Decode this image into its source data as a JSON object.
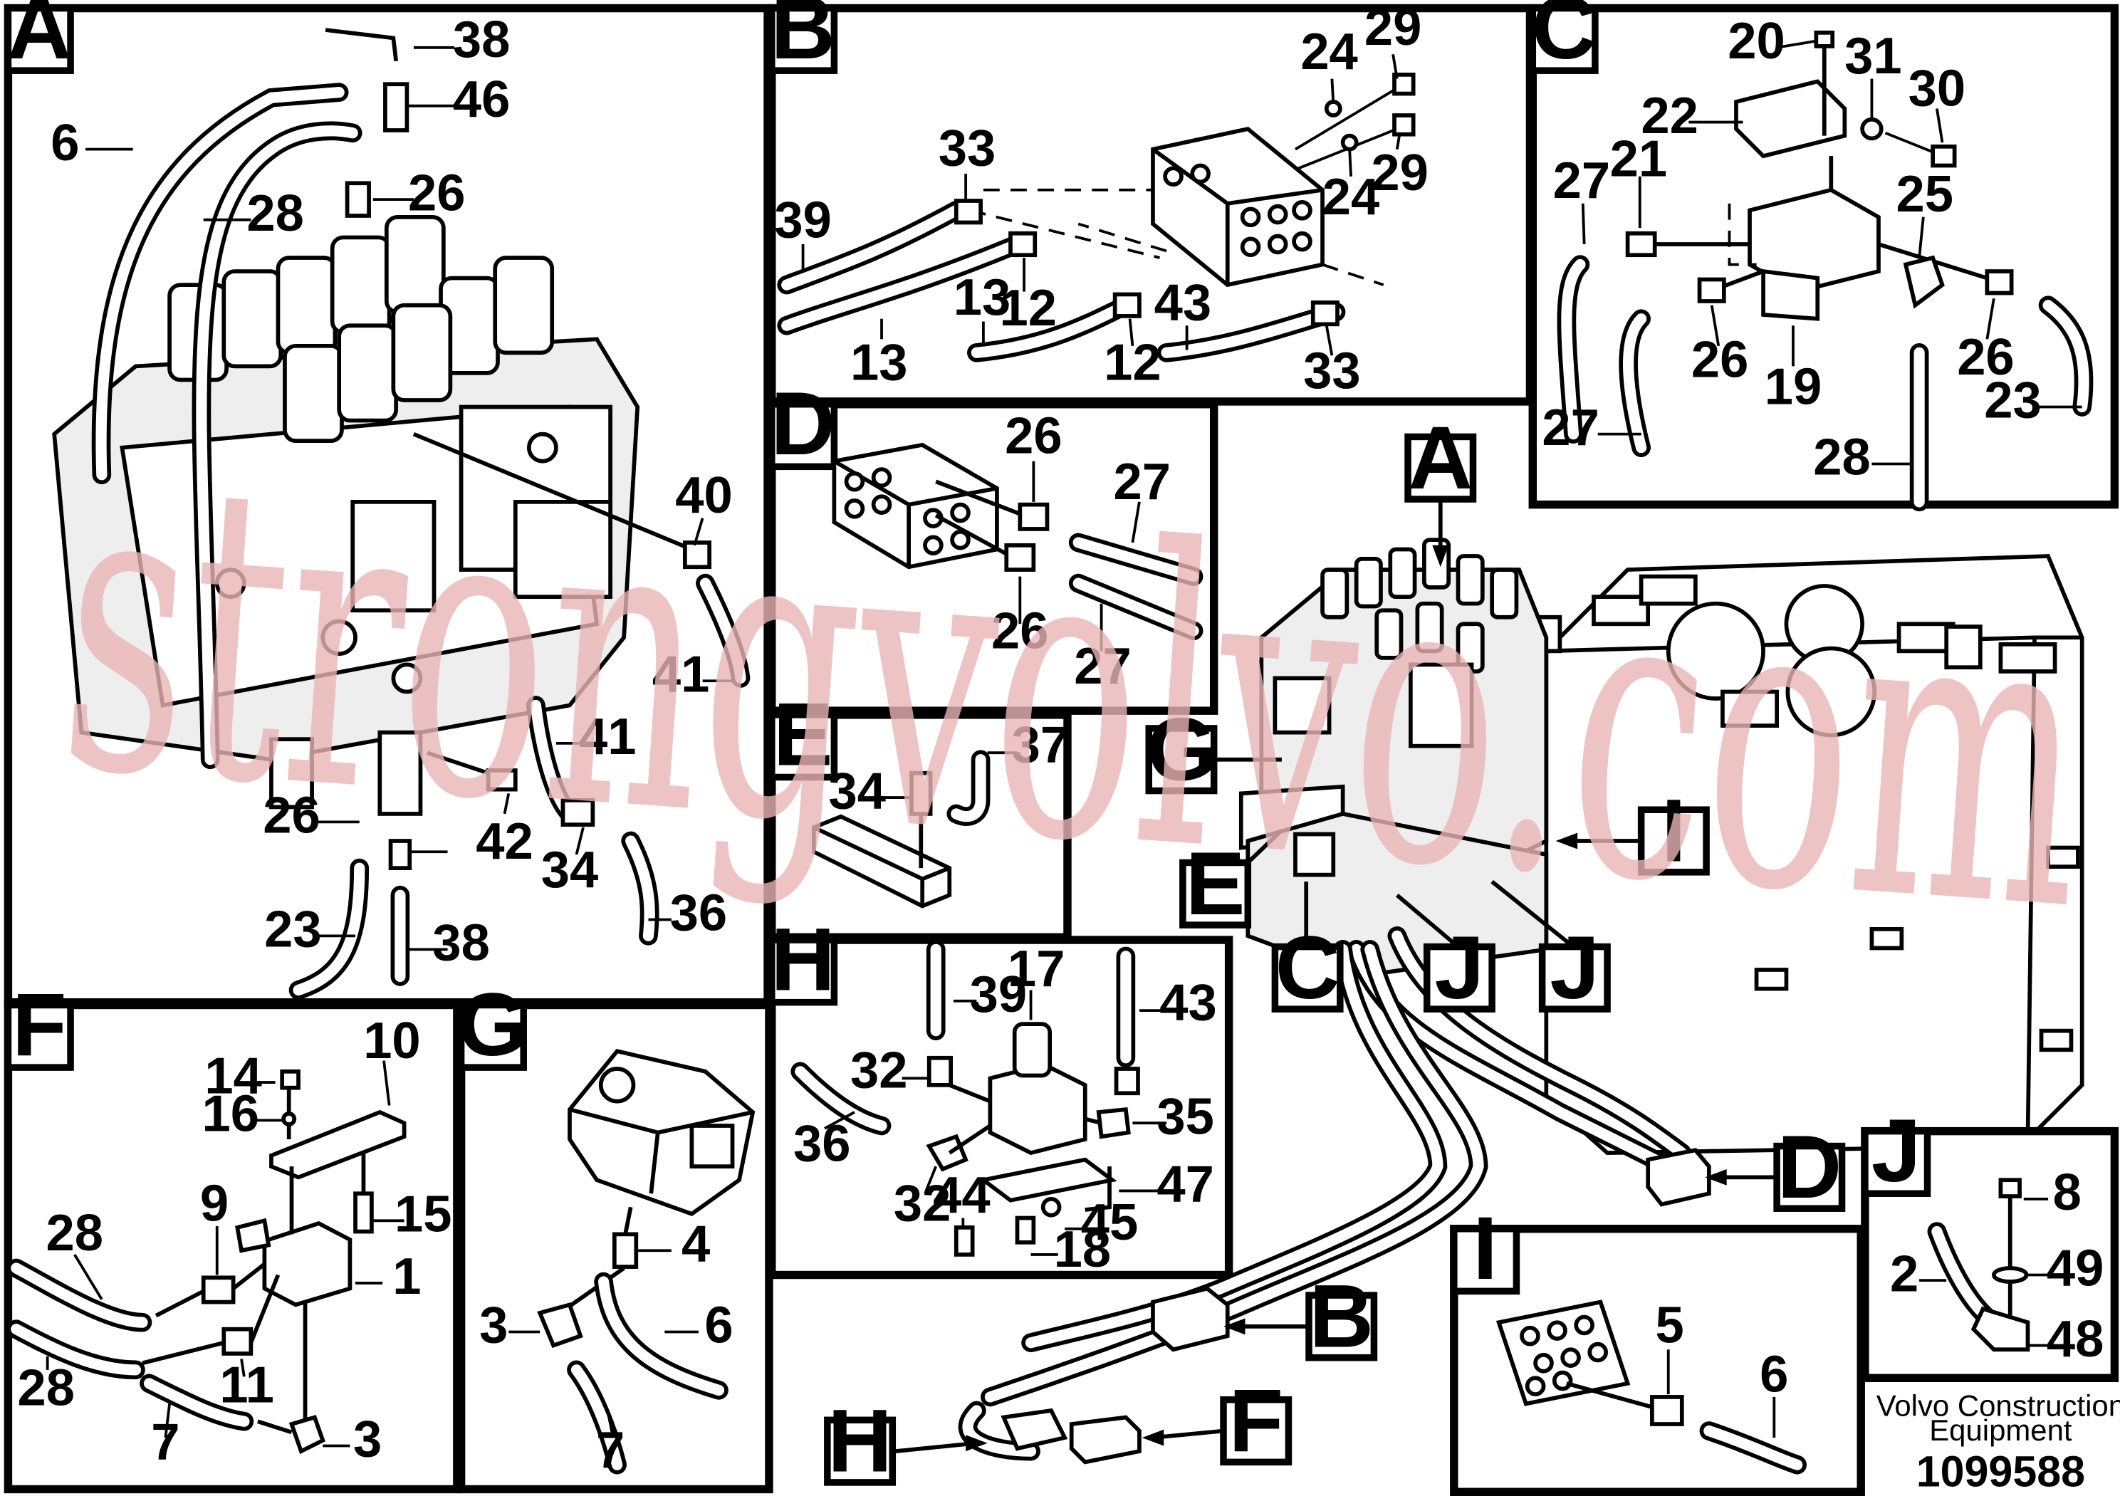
{
  "panels": {
    "A": {
      "tag": "A",
      "callouts": [
        "38",
        "46",
        "6",
        "28",
        "26",
        "40",
        "41",
        "41",
        "26",
        "42",
        "34",
        "36",
        "23",
        "38"
      ]
    },
    "B": {
      "tag": "B",
      "callouts": [
        "29",
        "24",
        "29",
        "24",
        "33",
        "39",
        "13",
        "12",
        "13",
        "12",
        "43",
        "33"
      ]
    },
    "C": {
      "tag": "C",
      "callouts": [
        "20",
        "31",
        "30",
        "22",
        "27",
        "21",
        "25",
        "26",
        "19",
        "26",
        "23",
        "27",
        "28"
      ]
    },
    "D": {
      "tag": "D",
      "callouts": [
        "26",
        "27",
        "26",
        "27"
      ]
    },
    "E": {
      "tag": "E",
      "callouts": [
        "37",
        "34"
      ]
    },
    "F": {
      "tag": "F",
      "callouts": [
        "10",
        "14",
        "16",
        "15",
        "9",
        "1",
        "28",
        "11",
        "28",
        "7",
        "3"
      ]
    },
    "G": {
      "tag": "G",
      "callouts": [
        "4",
        "3",
        "6",
        "7"
      ]
    },
    "H": {
      "tag": "H",
      "callouts": [
        "17",
        "39",
        "43",
        "32",
        "35",
        "36",
        "32",
        "47",
        "44",
        "45",
        "18"
      ]
    },
    "I": {
      "tag": "I",
      "callouts": [
        "5",
        "6"
      ]
    },
    "J": {
      "tag": "J",
      "callouts": [
        "8",
        "2",
        "49",
        "48"
      ]
    }
  },
  "overview_labels": [
    "A",
    "G",
    "E",
    "C",
    "J",
    "J",
    "I",
    "D",
    "B",
    "H",
    "F"
  ],
  "watermark": "strongvolvo.com",
  "footer": {
    "company": "Volvo Construction Equipment",
    "line1": "Volvo Construction",
    "line2": "Equipment",
    "number": "1099588"
  },
  "colors": {
    "ink": "#000000",
    "paper": "#ffffff",
    "watermark": "#e8b4b4"
  }
}
